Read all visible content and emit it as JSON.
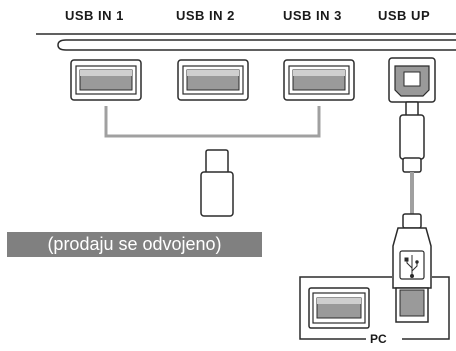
{
  "ports": {
    "usb_in_1": "USB IN 1",
    "usb_in_2": "USB IN 2",
    "usb_in_3": "USB IN 3",
    "usb_up": "USB UP"
  },
  "note": "(prodaju se odvojeno)",
  "pc_label": "PC",
  "colors": {
    "outline": "#2b2b2b",
    "port_fill": "#9a9a9a",
    "banner": "#808080",
    "cable_gray": "#a0a0a0"
  },
  "icons": [
    "usb-symbol-icon"
  ]
}
